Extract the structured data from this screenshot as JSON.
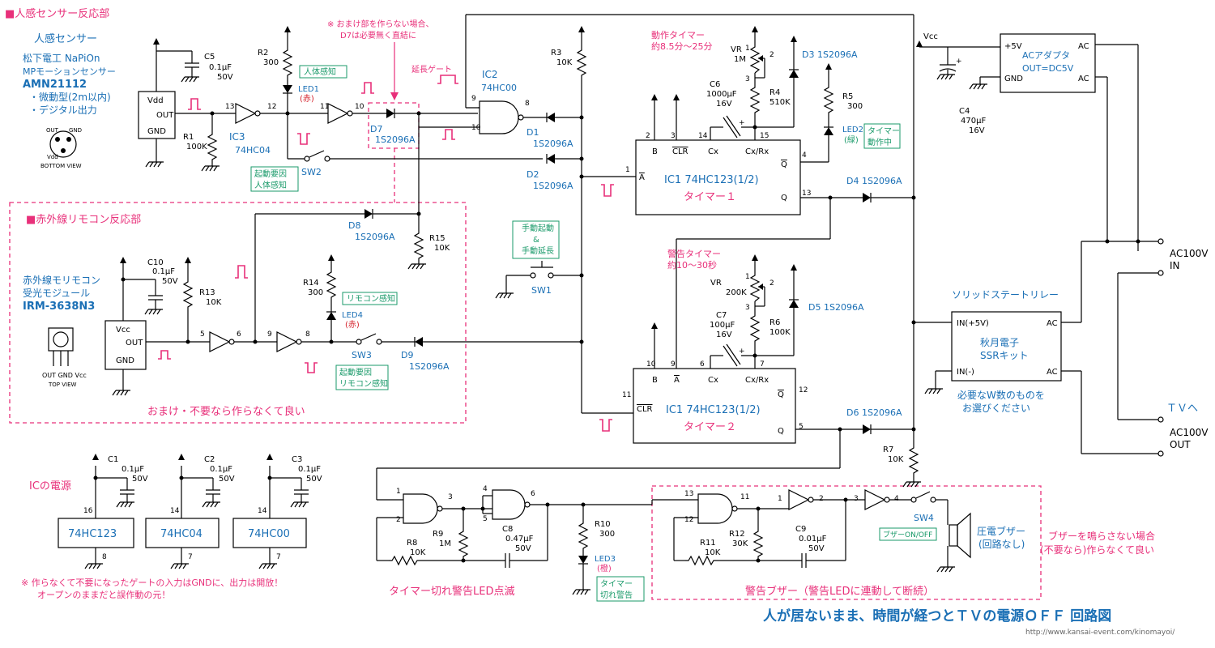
{
  "sections": {
    "pir": "■人感センサー反応部",
    "ir": "■赤外線リモコン反応部",
    "ic_power": "ICの電源",
    "extra_note": "おまけ・不要なら作らなくて良い"
  },
  "sensor": {
    "heading": "人感センサー",
    "line1": "松下電工 NaPiOn",
    "line2": "MPモーションセンサー",
    "part": "AMN21112",
    "bullet1": "・微動型(2m以内)",
    "bullet2": "・デジタル出力",
    "pin_out": "OUT",
    "pin_gnd": "GND",
    "pin_vdd": "Vdd",
    "view": "BOTTOM VIEW",
    "box_vdd": "Vdd",
    "box_out": "OUT",
    "box_gnd": "GND"
  },
  "ir_module": {
    "line1": "赤外線モリモコン",
    "line2": "受光モジュール",
    "part": "IRM-3638N3",
    "pins": "OUT GND Vcc",
    "view": "TOP VIEW",
    "box_vcc": "Vcc",
    "box_out": "OUT",
    "box_gnd": "GND"
  },
  "notes": {
    "d7_note1": "※ おまけ部を作らない場合、",
    "d7_note2": "D7は必要無く直結に",
    "ext_gate": "延長ゲート",
    "op_timer1": "動作タイマー",
    "op_timer2": "約8.5分～25分",
    "warn_timer1": "警告タイマー",
    "warn_timer2": "約10～30秒",
    "manual1": "手動起動",
    "manual2": "&",
    "manual3": "手動延長",
    "ssr_title": "ソリッドステートリレー",
    "ssr_maker": "秋月電子",
    "ssr_kit": "SSRキット",
    "ssr_choose1": "必要なW数のものを",
    "ssr_choose2": "お選びください",
    "tv": "ＴＶへ",
    "buzzer_skip1": "ブザーを鳴らさない場合",
    "buzzer_skip2": "(不要なら)作らなくて良い",
    "unused1": "※ 作らなくて不要になったゲートの入力はGNDに、出力は開放！",
    "unused2": "オープンのままだと誤作動の元！",
    "blink_label": "タイマー切れ警告LED点滅",
    "buzzer_label": "警告ブザー（警告LEDに連動して断続）",
    "title": "人が居ないまま、時間が経つとＴＶの電源ＯＦＦ 回路図",
    "url": "http://www.kansai-event.com/kinomayoi/"
  },
  "tags": {
    "human": "人体感知",
    "remote": "リモコン感知",
    "start_human1": "起動要因",
    "start_human2": "人体感知",
    "start_remote1": "起動要因",
    "start_remote2": "リモコン感知",
    "timer_on1": "タイマー",
    "timer_on2": "動作中",
    "buzzer_onoff": "ブザーON/OFF",
    "timer_out1": "タイマー",
    "timer_out2": "切れ警告"
  },
  "labels": {
    "c5": "C5",
    "c5v": "0.1μF",
    "c5u": "50V",
    "r2": "R2",
    "r2v": "300",
    "led1": "LED1",
    "led1c": "(赤)",
    "r1": "R1",
    "r1v": "100K",
    "ic3": "IC3",
    "ic3p": "74HC04",
    "sw2": "SW2",
    "d7": "D7",
    "d7p": "1S2096A",
    "ic2": "IC2",
    "ic2p": "74HC00",
    "r3": "R3",
    "r3v": "10K",
    "d1": "D1",
    "d1p": "1S2096A",
    "d2": "D2",
    "d2p": "1S2096A",
    "vr1": "VR",
    "vr1v": "1M",
    "c6": "C6",
    "c6v": "1000μF",
    "c6u": "16V",
    "r4": "R4",
    "r4v": "510K",
    "d3": "D3 1S2096A",
    "r5": "R5",
    "r5v": "300",
    "led2": "LED2",
    "led2c": "(緑)",
    "ic1a_name": "IC1 74HC123(1/2)",
    "timer1": "タイマー１",
    "d4": "D4 1S2096A",
    "vcc": "Vcc",
    "c4": "C4",
    "c4v": "470μF",
    "c4u": "16V",
    "adapter1": "ACアダプタ",
    "adapter2": "OUT=DC5V",
    "ad_p5": "+5V",
    "ad_gnd": "GND",
    "ad_ac1": "AC",
    "ad_ac2": "AC",
    "ac_in1": "AC100V",
    "ac_in2": "IN",
    "ac_out1": "AC100V",
    "ac_out2": "OUT",
    "d8": "D8",
    "d8p": "1S2096A",
    "r15": "R15",
    "r15v": "10K",
    "c10": "C10",
    "c10v": "0.1μF",
    "c10u": "50V",
    "r13": "R13",
    "r13v": "10K",
    "r14": "R14",
    "r14v": "300",
    "led4": "LED4",
    "led4c": "(赤)",
    "sw3": "SW3",
    "d9": "D9",
    "d9p": "1S2096A",
    "sw1": "SW1",
    "vr2": "VR",
    "vr2v": "200K",
    "c7": "C7",
    "c7v": "100μF",
    "c7u": "16V",
    "r6": "R6",
    "r6v": "100K",
    "d5": "D5 1S2096A",
    "ic1b_name": "IC1 74HC123(1/2)",
    "timer2": "タイマー２",
    "d6": "D6 1S2096A",
    "r7": "R7",
    "r7v": "10K",
    "ssr_in_p": "IN(+5V)",
    "ssr_in_m": "IN(-)",
    "ssr_ac1": "AC",
    "ssr_ac2": "AC",
    "c1": "C1",
    "c1v": "0.1μF",
    "c1u": "50V",
    "c2": "C2",
    "c2v": "0.1μF",
    "c2u": "50V",
    "c3": "C3",
    "c3v": "0.1μF",
    "c3u": "50V",
    "chip1": "74HC123",
    "chip2": "74HC04",
    "chip3": "74HC00",
    "r8": "R8",
    "r8v": "10K",
    "r9": "R9",
    "r9v": "1M",
    "c8": "C8",
    "c8v": "0.47μF",
    "c8u": "50V",
    "r10": "R10",
    "r10v": "300",
    "led3": "LED3",
    "led3c": "(橙)",
    "r11": "R11",
    "r11v": "10K",
    "r12": "R12",
    "r12v": "30K",
    "c9": "C9",
    "c9v": "0.01μF",
    "c9u": "50V",
    "sw4": "SW4",
    "piezo1": "圧電ブザー",
    "piezo2": "(回路なし)"
  },
  "pins": {
    "p13": "13",
    "p12": "12",
    "p11": "11",
    "p10": "10",
    "p9": "9",
    "p8": "8",
    "p2": "2",
    "p3": "3",
    "p14": "14",
    "p15": "15",
    "p4": "4",
    "p1": "1",
    "p5": "5",
    "p6": "6",
    "p7": "7",
    "p16": "16",
    "B": "B",
    "CLR": "CLR",
    "Cx": "Cx",
    "CxRx": "Cx/Rx",
    "A": "A",
    "Q": "Q",
    "Qbar": "Q"
  }
}
